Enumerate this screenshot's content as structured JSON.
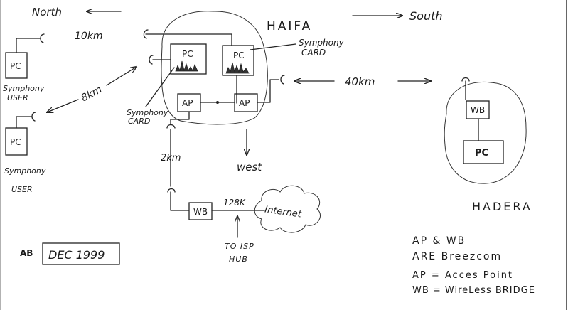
{
  "directions": {
    "north": "North",
    "south": "South",
    "west": "west"
  },
  "sites": {
    "haifa": "HAIFA",
    "hadera": "HADERA"
  },
  "distances": {
    "d10km": "10km",
    "d8km": "8km",
    "d40km": "40km",
    "d2km": "2km",
    "d128k": "128K"
  },
  "boxes": {
    "pc": "PC",
    "ap": "AP",
    "wb": "WB"
  },
  "labels": {
    "symphony_card_line1": "Symphony",
    "symphony_card_line2": "CARD",
    "symphony_user_line1": "Symphony",
    "symphony_user_top_line2": "USER",
    "symphony_user_bottom_line2": "USER",
    "internet": "Internet",
    "to_isp_line1": "TO ISP",
    "to_isp_line2": "HUB",
    "date": "DEC 1999",
    "corner_mark": "AB"
  },
  "legend": {
    "line1": "AP & WB",
    "line2": "ARE Breezcom",
    "line3": "AP = Acces Point",
    "line4": "WB = WireLess BRIDGE"
  }
}
